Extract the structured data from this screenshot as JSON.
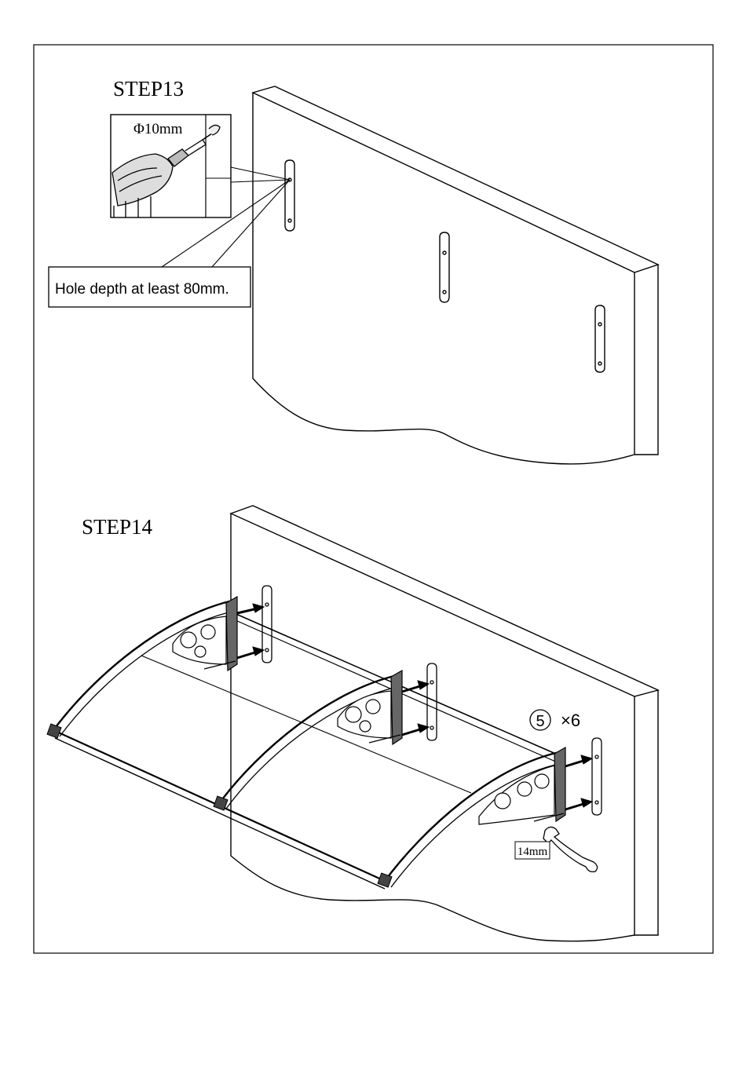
{
  "step13": {
    "title": "STEP13",
    "drill_label": "Φ10mm",
    "callout": "Hole depth at least 80mm."
  },
  "step14": {
    "title": "STEP14",
    "part_number": "5",
    "quantity": "×6",
    "wrench_size": "14mm"
  },
  "icons": [
    "drill-icon",
    "wrench-icon",
    "mounting-bracket-icon",
    "arrow-icon"
  ],
  "colors": {
    "ink": "#000000",
    "paper": "#ffffff"
  }
}
